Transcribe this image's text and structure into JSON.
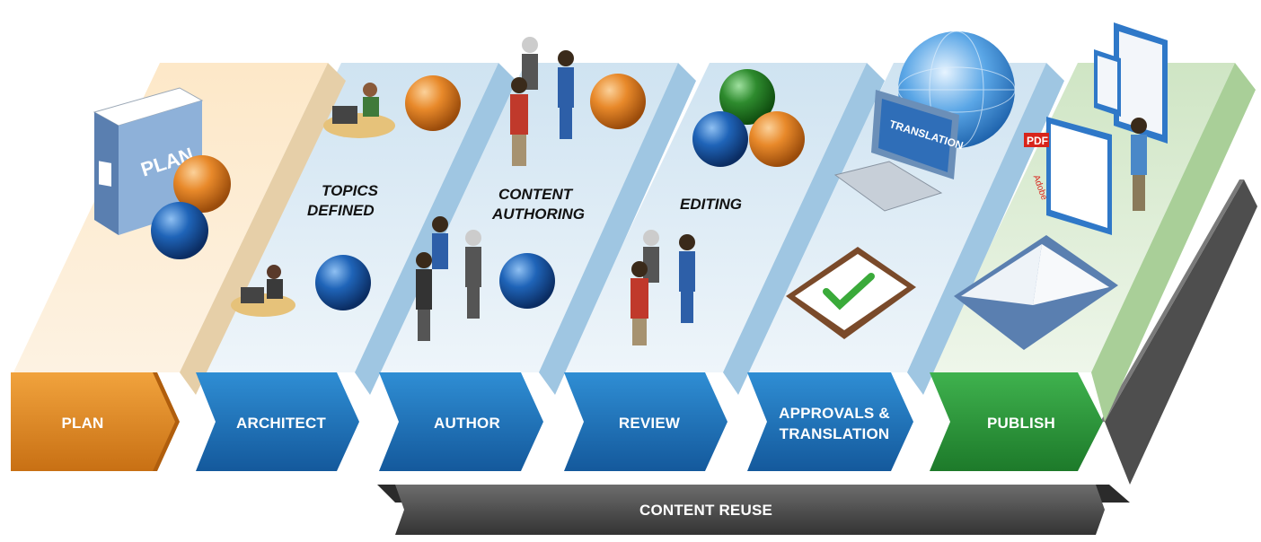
{
  "caption": "",
  "stages": [
    {
      "id": "plan",
      "label": "PLAN",
      "color": "#e08a1f"
    },
    {
      "id": "architect",
      "label": "ARCHITECT",
      "color": "#1f78c0"
    },
    {
      "id": "author",
      "label": "AUTHOR",
      "color": "#1f78c0"
    },
    {
      "id": "review",
      "label": "REVIEW",
      "color": "#1f78c0"
    },
    {
      "id": "approvals",
      "label_line1": "APPROVALS &",
      "label_line2": "TRANSLATION",
      "color": "#1f78c0"
    },
    {
      "id": "publish",
      "label": "PUBLISH",
      "color": "#2a9a3a"
    }
  ],
  "annotations": {
    "topics_line1": "TOPICS",
    "topics_line2": "DEFINED",
    "content_line1": "CONTENT",
    "content_line2": "AUTHORING",
    "editing": "EDITING"
  },
  "book_label": "PLAN",
  "monitor_label": "TRANSLATION",
  "pdf_label": "PDF",
  "adobe_label": "Adobe",
  "reuse_bar": "CONTENT REUSE",
  "colors": {
    "plan_panel": "#fbe9cf",
    "blue_panel": "#dcecf6",
    "green_panel": "#d9ead0",
    "reuse_bar": "#4a4a4a",
    "orange_sphere": "#e8892a",
    "blue_sphere": "#1f64b8",
    "green_sphere": "#2e8b2e"
  }
}
